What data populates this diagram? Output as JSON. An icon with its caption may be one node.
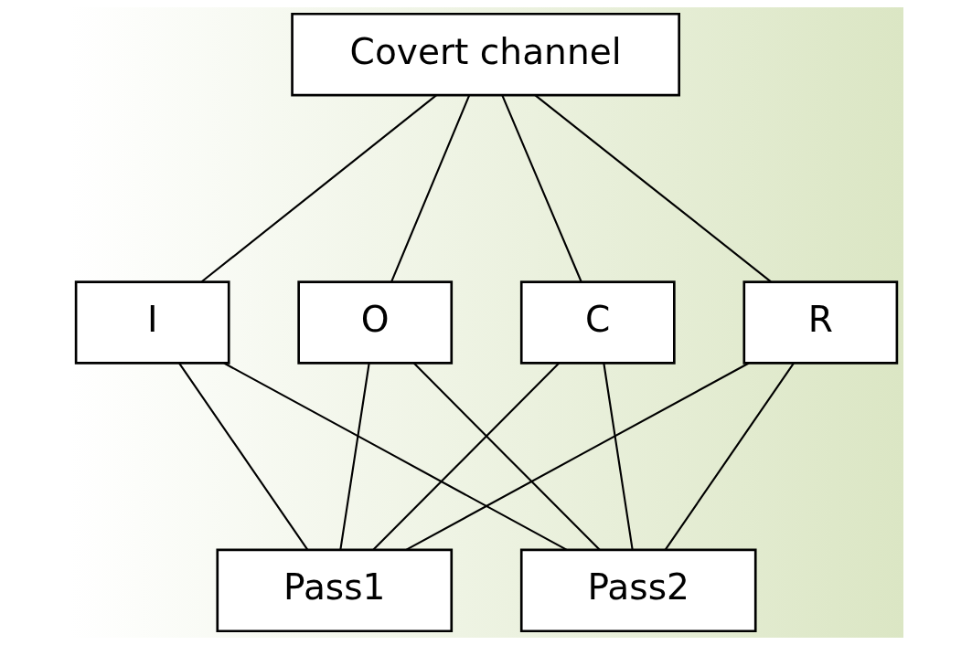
{
  "diagram": {
    "nodes": [
      {
        "text": [
          "Covert channel"
        ]
      },
      {
        "text": [
          "C"
        ]
      },
      {
        "text": [
          "R"
        ]
      },
      {
        "text": [
          "I"
        ]
      },
      {
        "text": [
          "O"
        ]
      },
      {
        "text": [
          "Pass1"
        ]
      },
      {
        "text": [
          "Pass2"
        ]
      }
    ],
    "edges": [
      {
        "from": 0,
        "to": 1,
        "arrow": "none"
      },
      {
        "from": 0,
        "to": 2,
        "arrow": "none"
      },
      {
        "from": 0,
        "to": 3,
        "arrow": "none"
      },
      {
        "from": 0,
        "to": 4,
        "arrow": "none"
      },
      {
        "from": 1,
        "to": 5,
        "arrow": "none"
      },
      {
        "from": 1,
        "to": 6,
        "arrow": "none"
      },
      {
        "from": 2,
        "to": 5,
        "arrow": "none"
      },
      {
        "from": 2,
        "to": 6,
        "arrow": "none"
      },
      {
        "from": 3,
        "to": 5,
        "arrow": "none"
      },
      {
        "from": 3,
        "to": 6,
        "arrow": "none"
      },
      {
        "from": 4,
        "to": 5,
        "arrow": "none"
      },
      {
        "from": 4,
        "to": 6,
        "arrow": "none"
      }
    ]
  }
}
